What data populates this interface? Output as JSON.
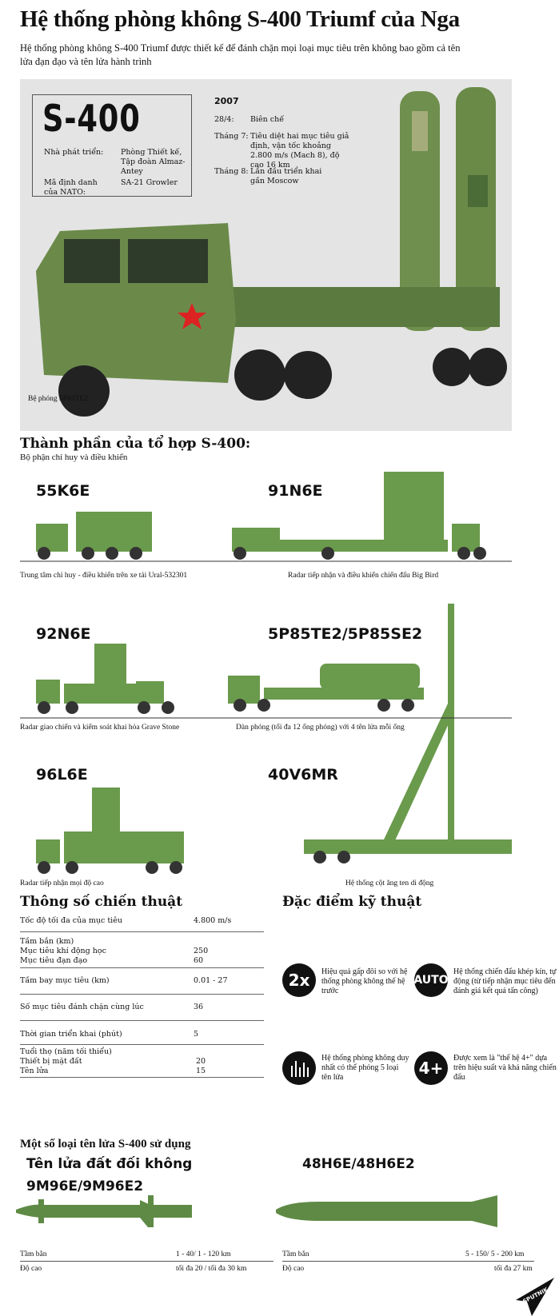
{
  "title": "Hệ thống phòng không S-400 Triumf của Nga",
  "subtitle": "Hệ thống phòng không S-400 Triumf được thiết kế để đánh chặn mọi loại mục tiêu trên không bao gồm cả tên lửa đạn đạo và tên lửa hành trình",
  "hero": {
    "name": "S-400",
    "developer_label": "Nhà phát triển:",
    "developer_value": "Phòng Thiết kế, Tập đoàn Almaz-Antey",
    "nato_label": "Mã định danh của NATO:",
    "nato_value": "SA-21 Growler",
    "year": "2007",
    "timeline": [
      {
        "date": "28/4:",
        "text": "Biên chế"
      },
      {
        "date": "Tháng 7:",
        "text": "Tiêu diệt hai mục tiêu giả định, vận tốc khoảng 2.800 m/s (Mach 8), độ cao 16 km"
      },
      {
        "date": "Tháng 8:",
        "text": "Lần đầu triển khai gần Moscow"
      }
    ],
    "caption": "Bệ phóng 5P85TE2"
  },
  "components": {
    "title": "Thành phần của tổ hợp S-400:",
    "subtitle": "Bộ phận chỉ huy và điều khiển",
    "items": [
      {
        "code": "55K6E",
        "caption": "Trung tâm chỉ huy - điều khiển trên xe tải Ural-532301"
      },
      {
        "code": "91N6E",
        "caption": "Radar tiếp nhận và điều khiển chiến đấu Big Bird"
      },
      {
        "code": "92N6E",
        "caption": "Radar giao chiến và kiểm soát khai hỏa Grave Stone"
      },
      {
        "code": "5P85TE2/5P85SE2",
        "caption": "Dàn phóng (tối đa 12 ống phóng) với 4 tên lửa mỗi ống"
      },
      {
        "code": "96L6E",
        "caption": "Radar tiếp nhận mọi độ cao"
      },
      {
        "code": "40V6MR",
        "caption": "Hệ thống cột ăng ten di động"
      }
    ]
  },
  "tactical": {
    "title": "Thông số chiến thuật",
    "rows": [
      {
        "label": "Tốc độ tối đa của mục tiêu",
        "value": "4.800 m/s"
      },
      {
        "label": "Tầm bắn (km)",
        "sub": [
          {
            "label": "Mục tiêu khí động học",
            "value": "250"
          },
          {
            "label": "Mục tiêu đạn đạo",
            "value": "60"
          }
        ]
      },
      {
        "label": "Tầm bay mục tiêu (km)",
        "value": "0.01 - 27"
      },
      {
        "label": "Số mục tiêu đánh chặn cùng lúc",
        "value": "36"
      },
      {
        "label": "Thời gian triển khai (phút)",
        "value": "5"
      },
      {
        "label": "Tuổi thọ (năm tối thiểu)",
        "sub": [
          {
            "label": "Thiết bị mặt đất",
            "value": "20"
          },
          {
            "label": "Tên lửa",
            "value": "15"
          }
        ]
      }
    ]
  },
  "features": {
    "title": "Đặc điểm kỹ thuật",
    "items": [
      {
        "icon": "2x",
        "text": "Hiệu quả gấp đôi so với hệ thống phòng không thế hệ trước"
      },
      {
        "icon": "AUTO",
        "text": "Hệ thống chiến đấu khép kín, tự động (từ tiếp nhận mục tiêu đến đánh giá kết quả tấn công)"
      },
      {
        "icon": "missiles-icon",
        "text": "Hệ thống phòng không duy nhất có thể phóng 5 loại tên lửa"
      },
      {
        "icon": "4+",
        "text": "Được xem là \"thế hệ 4+\" dựa trên hiệu suất và khả năng chiến đấu"
      }
    ]
  },
  "missiles": {
    "title": "Một số loại tên lửa S-400 sử dụng",
    "items": [
      {
        "name1": "Tên lửa đất đối không",
        "name2": "9M96E/9M96E2",
        "range_label": "Tầm bắn",
        "range": "1 - 40/ 1 - 120 km",
        "alt_label": "Độ cao",
        "alt": "tối đa 20 / tối đa 30 km"
      },
      {
        "name1": "48H6E/48H6E2",
        "range_label": "Tầm bắn",
        "range": "5 - 150/ 5 - 200 km",
        "alt_label": "Độ cao",
        "alt": "tối đa 27 km"
      }
    ]
  },
  "logo": "SPUTNIK",
  "colors": {
    "green": "#5a8a45",
    "panel": "#e4e4e4"
  }
}
